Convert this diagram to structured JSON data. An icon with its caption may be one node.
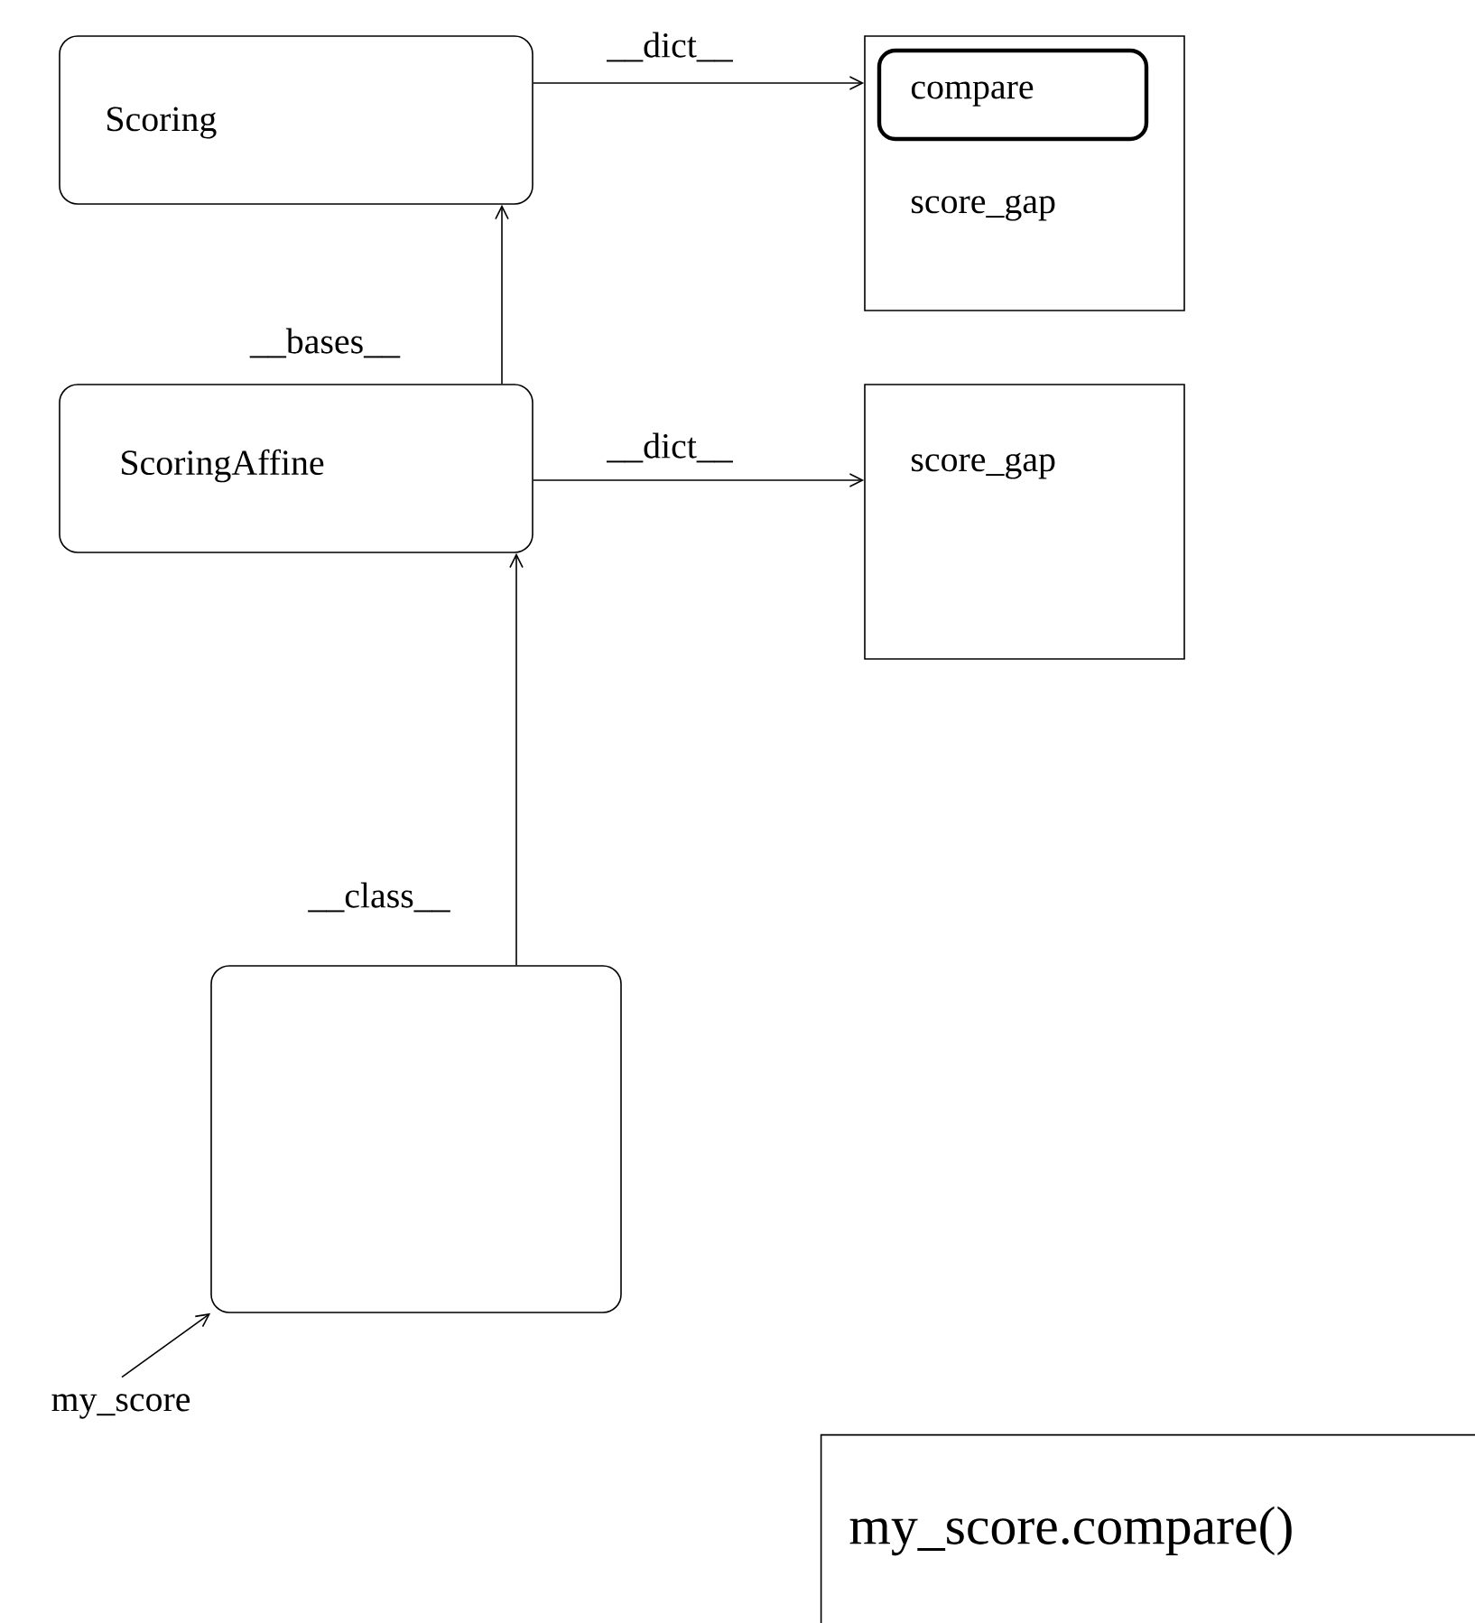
{
  "diagram": {
    "nodes": [
      {
        "text": [
          "Scoring"
        ]
      },
      {
        "text": [
          "score_gap"
        ]
      },
      {
        "text": [
          "compare"
        ],
        "in": 1
      },
      {
        "text": [
          "ScoringAffine"
        ]
      },
      {
        "text": [
          "score_gap"
        ]
      },
      {
        "text": [],
        "shape": "box"
      },
      {
        "text": [
          "my_score"
        ]
      },
      {
        "text": [
          "my_score.compare()"
        ]
      }
    ],
    "edges": [
      {
        "from": 0,
        "to": 1,
        "arrow": "to",
        "label": "__dict__"
      },
      {
        "from": 3,
        "to": 0,
        "arrow": "to",
        "label": "__bases__"
      },
      {
        "from": 3,
        "to": 4,
        "arrow": "to",
        "label": "__dict__"
      },
      {
        "from": 5,
        "to": 3,
        "arrow": "to",
        "label": "__class__"
      },
      {
        "from": 6,
        "to": 5,
        "arrow": "to"
      }
    ]
  }
}
